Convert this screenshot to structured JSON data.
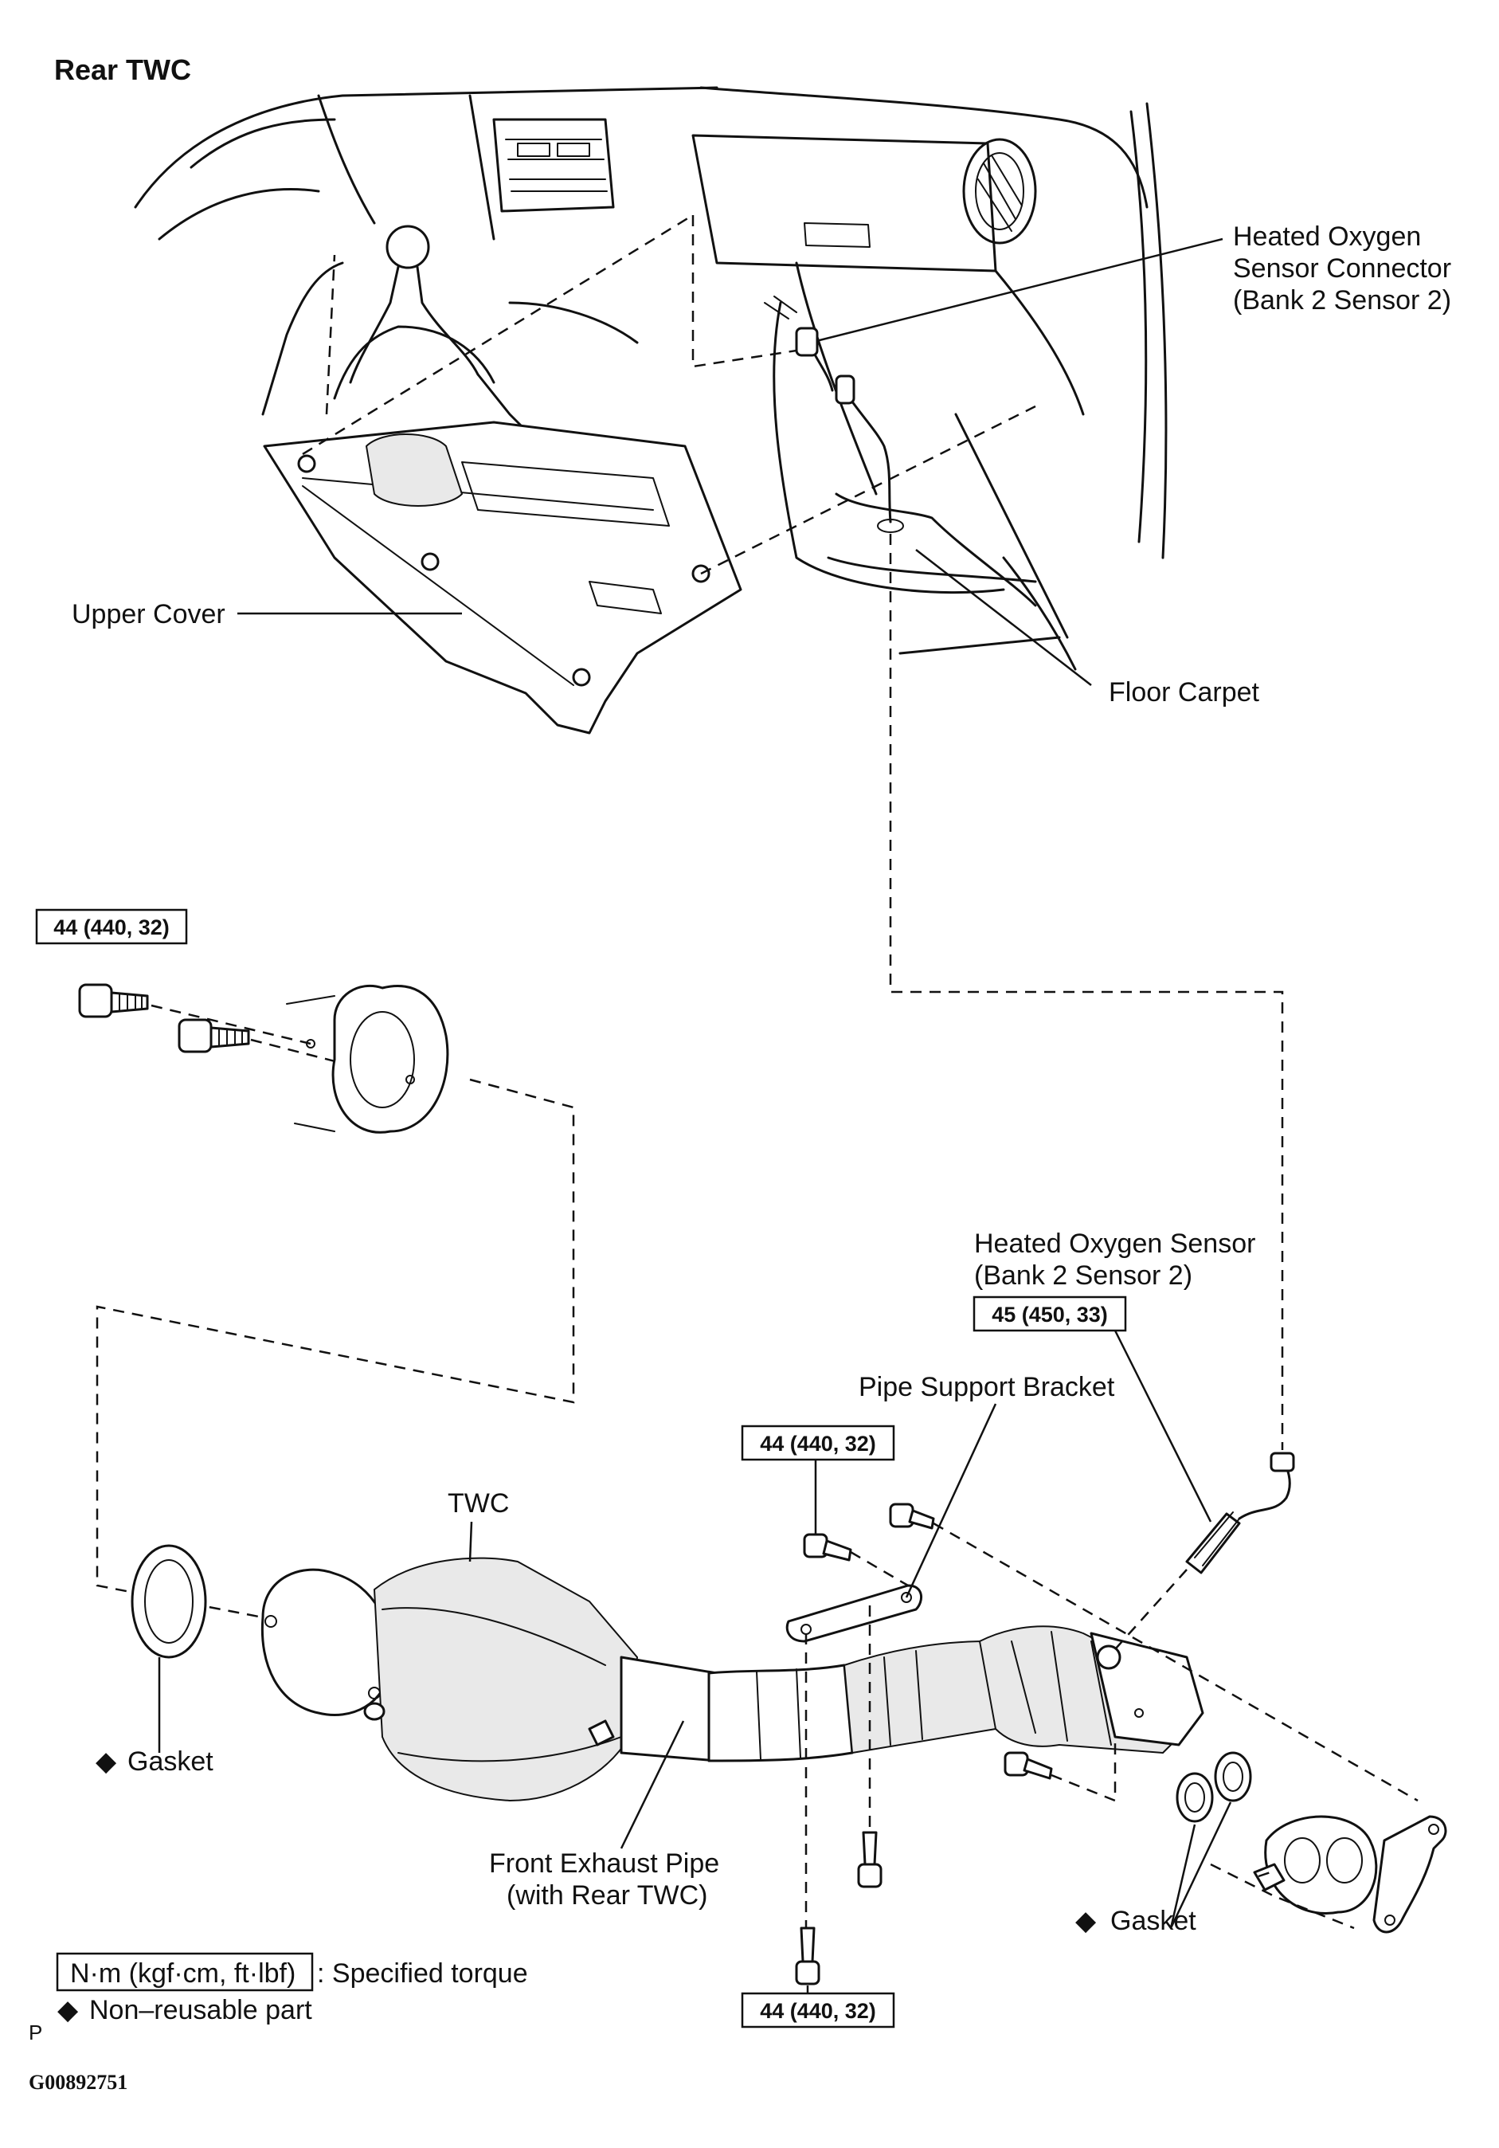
{
  "title": "Rear TWC",
  "labels": {
    "ho2s_connector": [
      "Heated Oxygen",
      "Sensor Connector",
      "(Bank 2 Sensor 2)"
    ],
    "upper_cover": "Upper Cover",
    "floor_carpet": "Floor Carpet",
    "ho2s": [
      "Heated Oxygen Sensor",
      "(Bank 2 Sensor 2)"
    ],
    "pipe_support_bracket": "Pipe Support Bracket",
    "twc": "TWC",
    "gasket_left": "Gasket",
    "gasket_right": "Gasket",
    "front_exhaust_pipe": [
      "Front Exhaust Pipe",
      "(with Rear TWC)"
    ]
  },
  "torques": {
    "upper_left": "44 (440, 32)",
    "sensor": "45 (450, 33)",
    "bracket_top": "44 (440, 32)",
    "bottom": "44 (440, 32)"
  },
  "legend": {
    "torque_unit": "N·m (kgf·cm, ft·lbf)",
    "torque_text": ": Specified torque",
    "nonreusable_symbol": "◆",
    "nonreusable_text": "Non–reusable part"
  },
  "marker_p": "P",
  "figure_code": "G00892751"
}
